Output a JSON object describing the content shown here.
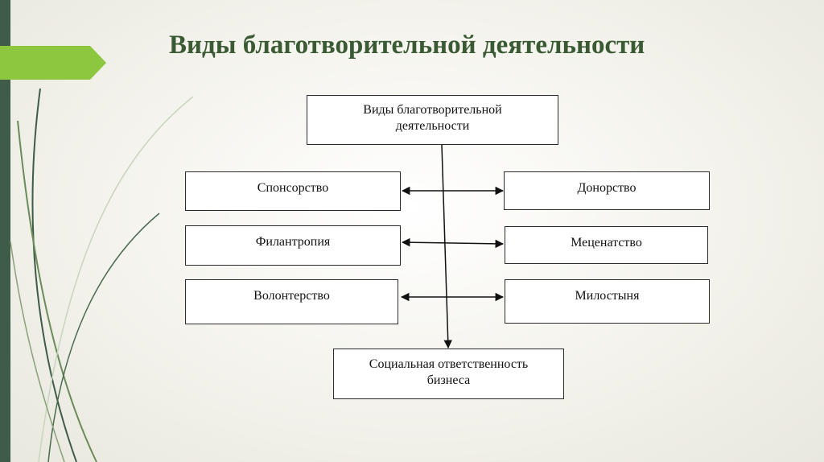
{
  "slide": {
    "title": "Виды благотворительной деятельности"
  },
  "diagram": {
    "top_box": {
      "line1": "Виды благотворительной",
      "line2": "деятельности"
    },
    "left_items": [
      {
        "label": "Спонсорство"
      },
      {
        "label": "Филантропия"
      },
      {
        "label": "Волонтерство"
      }
    ],
    "right_items": [
      {
        "label": "Донорство"
      },
      {
        "label": "Меценатство"
      },
      {
        "label": "Милостыня"
      }
    ],
    "bottom_box": {
      "line1": "Социальная ответственность",
      "line2": "бизнеса"
    }
  },
  "colors": {
    "sidebar": "#3f5c48",
    "accent_arrow": "#8dc63f",
    "title": "#3a5a33"
  }
}
